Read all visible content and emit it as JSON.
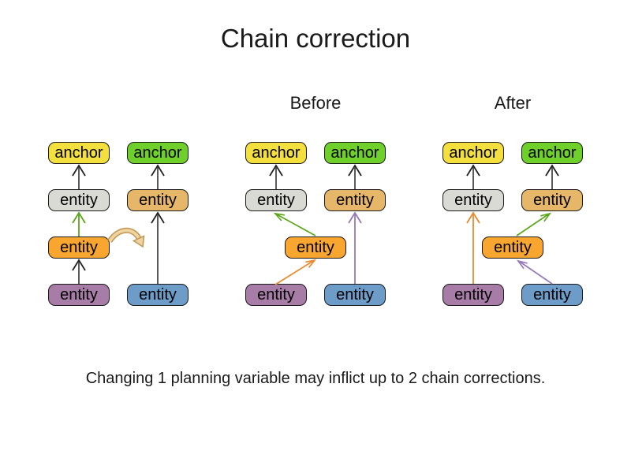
{
  "title": "Chain correction",
  "section_labels": {
    "before": "Before",
    "after": "After"
  },
  "node_labels": {
    "anchor": "anchor",
    "entity": "entity"
  },
  "caption": "Changing 1 planning variable may inflict up to 2 chain corrections.",
  "colors": {
    "anchor_yellow": "#f3df3d",
    "anchor_green": "#6fd02b",
    "entity_gray": "#dadad5",
    "entity_tan": "#e7b769",
    "entity_orange": "#f8a62f",
    "entity_purple": "#a77ca7",
    "entity_blue": "#6e9cc9",
    "arrow_line": "#5a5a5a",
    "arrow_head": "#222222",
    "arrow_green": "#5ba619",
    "arrow_orange": "#e78a2e",
    "arrow_purple": "#9679b8",
    "move_arrow_fill": "#efd3a2",
    "move_arrow_outline": "#c0954f"
  }
}
